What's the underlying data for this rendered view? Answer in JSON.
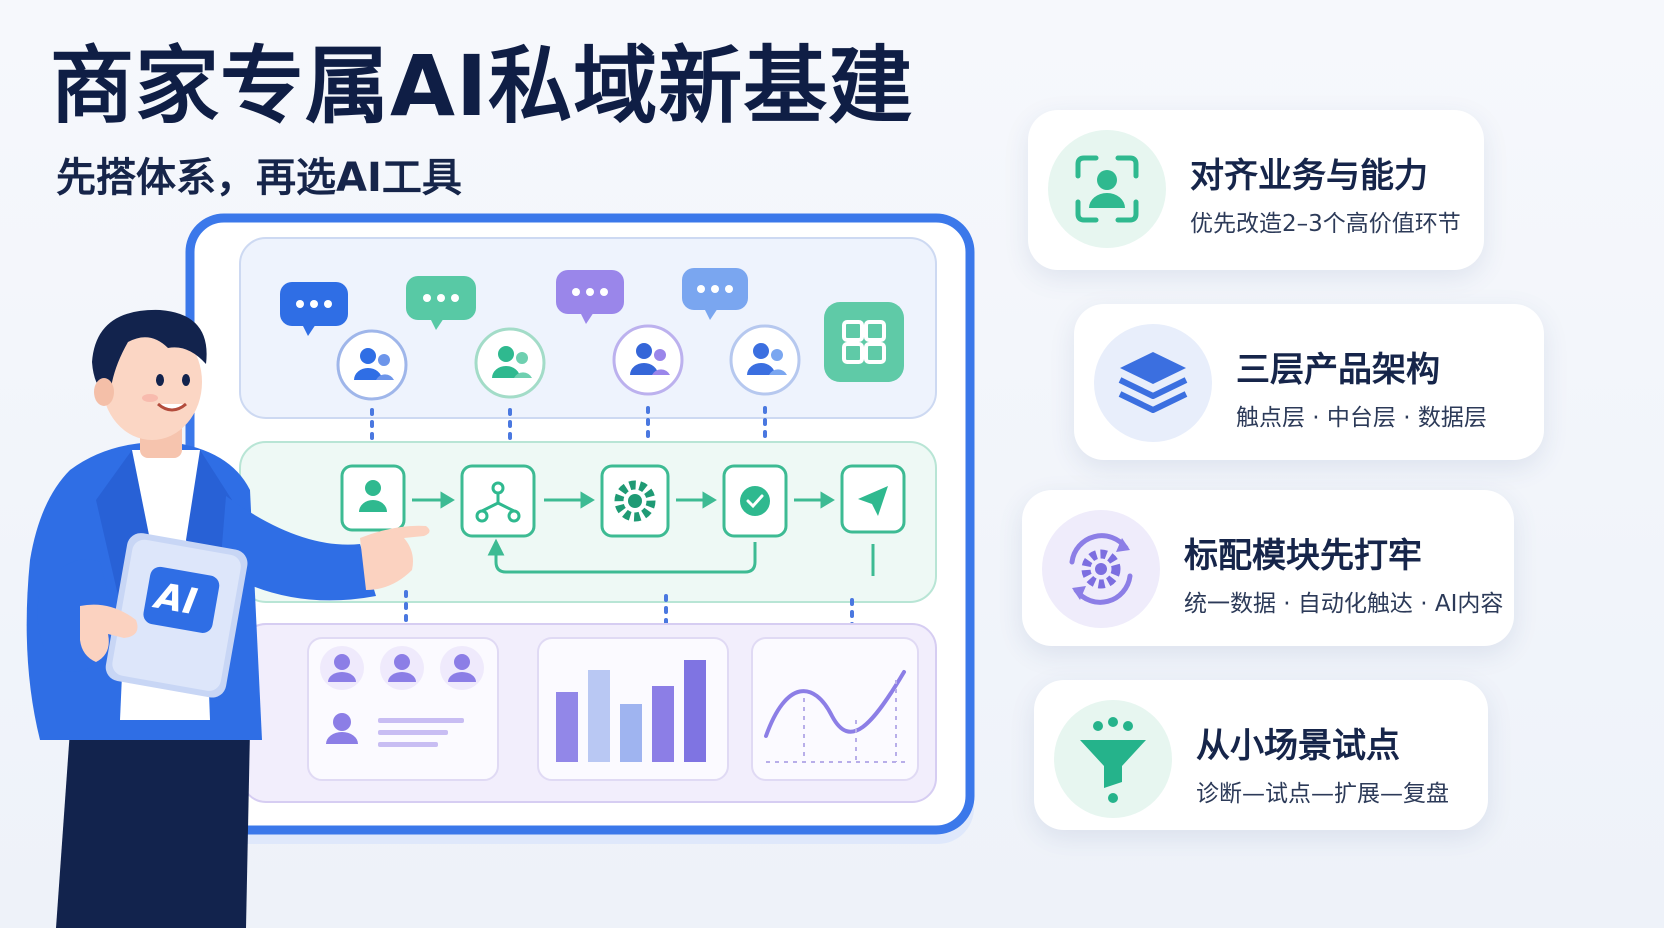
{
  "header": {
    "title": "商家专属AI私域新基建",
    "subtitle": "先搭体系，再选AI工具"
  },
  "tablet": {
    "label": "AI"
  },
  "cards": [
    {
      "title": "对齐业务与能力",
      "desc": "优先改造2–3个高价值环节",
      "icon": "person-scan-icon",
      "accent": "#2fb98f"
    },
    {
      "title": "三层产品架构",
      "desc": "触点层 · 中台层 · 数据层",
      "icon": "layers-icon",
      "accent": "#3b6fe0"
    },
    {
      "title": "标配模块先打牢",
      "desc": "统一数据 · 自动化触达 · AI内容",
      "icon": "gear-cycle-icon",
      "accent": "#7c6ee0"
    },
    {
      "title": "从小场景试点",
      "desc": "诊断—试点—扩展—复盘",
      "icon": "funnel-icon",
      "accent": "#25b38b"
    }
  ],
  "colors": {
    "navy": "#0f1e45",
    "blue": "#2f6ee5",
    "teal": "#2fb98f",
    "purple": "#8c7ee6"
  }
}
